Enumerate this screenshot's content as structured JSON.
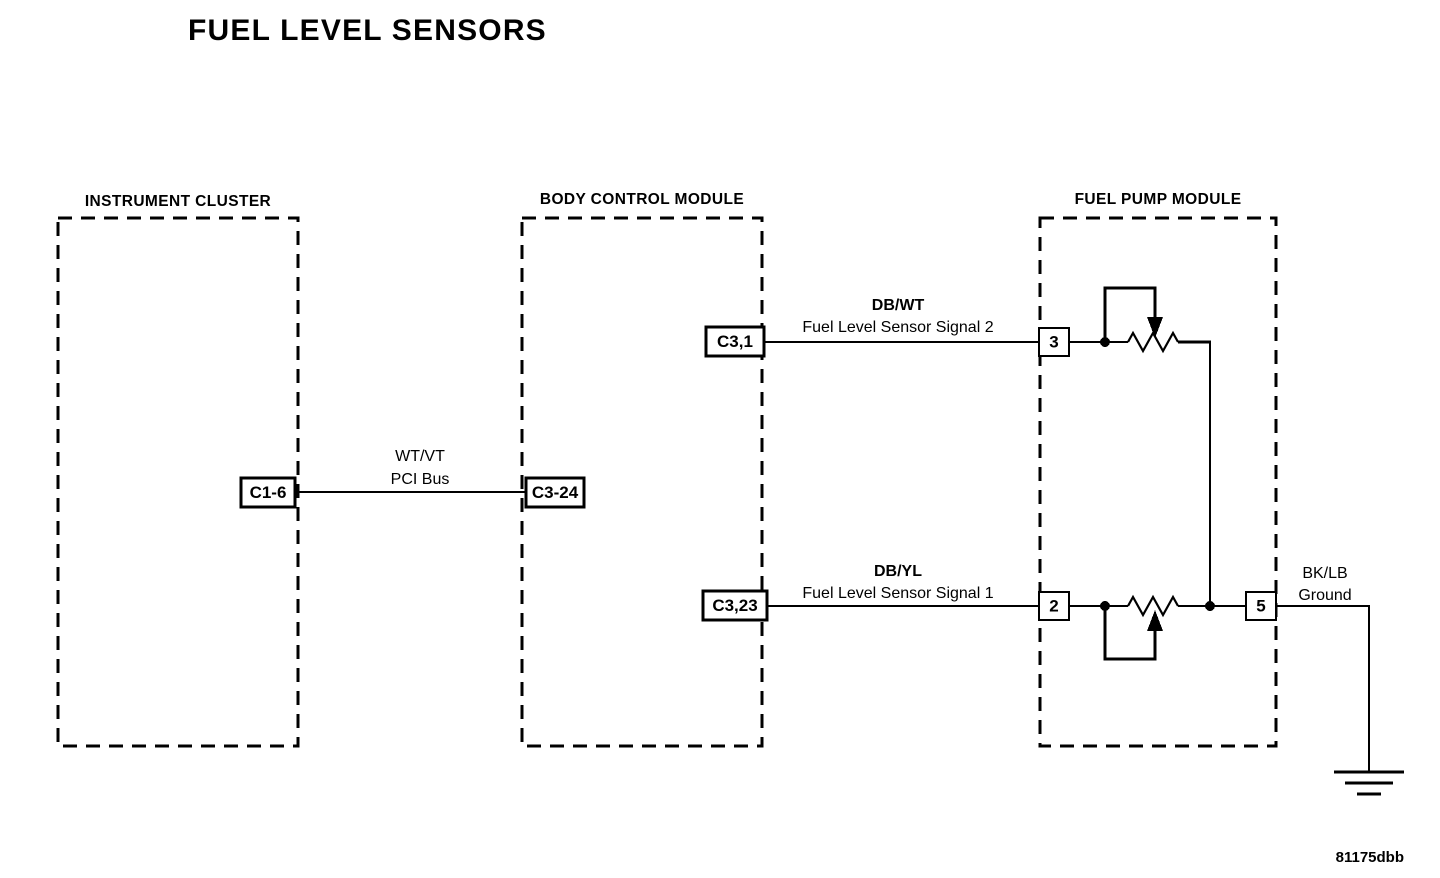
{
  "document": {
    "title": "FUEL LEVEL SENSORS",
    "watermark": "81175dbb"
  },
  "modules": [
    {
      "id": "instrument-cluster",
      "label": "INSTRUMENT CLUSTER"
    },
    {
      "id": "body-control-module",
      "label": "BODY CONTROL MODULE"
    },
    {
      "id": "fuel-pump-module",
      "label": "FUEL PUMP MODULE"
    }
  ],
  "connectors": [
    {
      "id": "c1-6",
      "label": "C1-6",
      "module": "instrument-cluster"
    },
    {
      "id": "c3-24",
      "label": "C3-24",
      "module": "body-control-module"
    },
    {
      "id": "c3-1",
      "label": "C3,1",
      "module": "body-control-module"
    },
    {
      "id": "c3-23",
      "label": "C3,23",
      "module": "body-control-module"
    }
  ],
  "pins": [
    {
      "id": "pin-3",
      "label": "3",
      "module": "fuel-pump-module"
    },
    {
      "id": "pin-2",
      "label": "2",
      "module": "fuel-pump-module"
    },
    {
      "id": "pin-5",
      "label": "5",
      "module": "fuel-pump-module"
    }
  ],
  "wires": [
    {
      "id": "wire-pci-bus",
      "color_code": "WT/VT",
      "circuit_name": "PCI Bus",
      "from": "C1-6",
      "to": "C3-24",
      "color_bold": false
    },
    {
      "id": "wire-signal-2",
      "color_code": "DB/WT",
      "circuit_name": "Fuel Level Sensor Signal 2",
      "from": "C3,1",
      "to": "3",
      "color_bold": true
    },
    {
      "id": "wire-signal-1",
      "color_code": "DB/YL",
      "circuit_name": "Fuel Level Sensor Signal 1",
      "from": "C3,23",
      "to": "2",
      "color_bold": true
    },
    {
      "id": "wire-ground",
      "color_code": "BK/LB",
      "circuit_name": "Ground",
      "from": "5",
      "to": "chassis-ground",
      "color_bold": false
    }
  ],
  "components": [
    {
      "id": "fuel-level-sensor-2",
      "type": "potentiometer",
      "module": "fuel-pump-module"
    },
    {
      "id": "fuel-level-sensor-1",
      "type": "potentiometer",
      "module": "fuel-pump-module"
    },
    {
      "id": "chassis-ground",
      "type": "ground-symbol"
    }
  ]
}
